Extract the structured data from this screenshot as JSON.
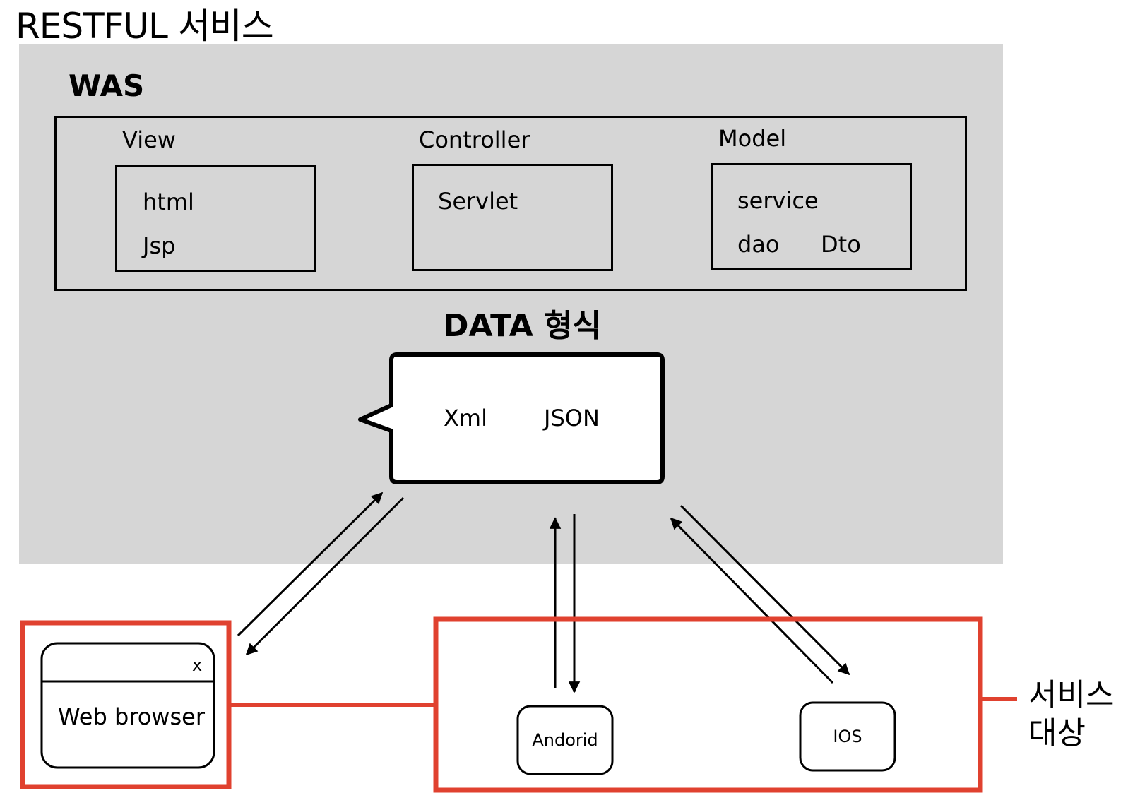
{
  "title": "RESTFUL 서비스",
  "was": {
    "label": "WAS",
    "layers": [
      {
        "name": "View",
        "items": [
          "html",
          "Jsp"
        ]
      },
      {
        "name": "Controller",
        "items": [
          "Servlet"
        ]
      },
      {
        "name": "Model",
        "items": [
          "service",
          "dao",
          "Dto"
        ]
      }
    ]
  },
  "data_format": {
    "label": "DATA 형식",
    "formats": [
      "Xml",
      "JSON"
    ]
  },
  "clients": {
    "browser": {
      "close_glyph": "x",
      "label": "Web browser"
    },
    "devices": [
      "Andorid",
      "IOS"
    ]
  },
  "service_targets": {
    "line1": "서비스",
    "line2": "대상"
  },
  "colors": {
    "was_background": "#d6d6d6",
    "highlight": "#e0412f",
    "line": "#000000",
    "background": "#ffffff"
  }
}
